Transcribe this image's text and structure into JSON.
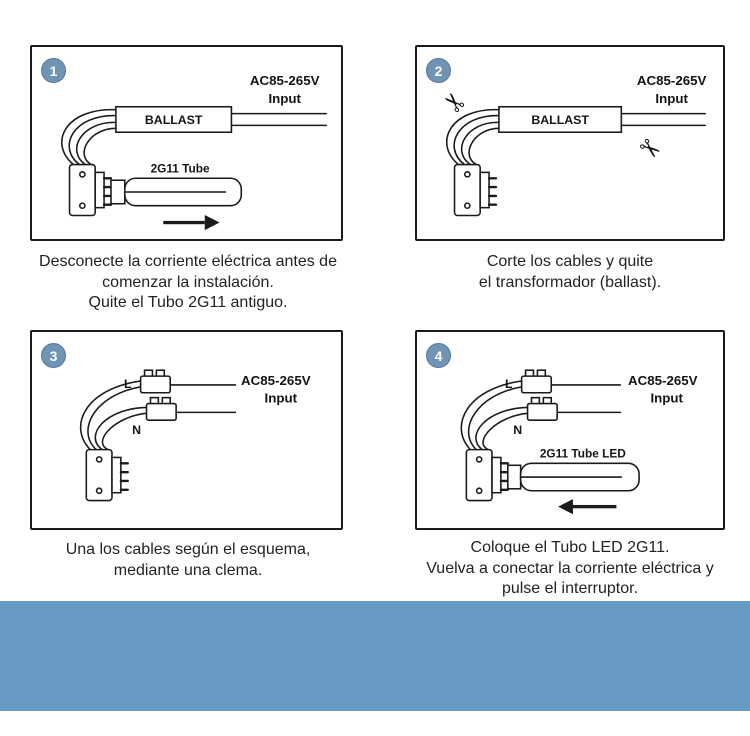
{
  "colors": {
    "accent": "#7095b4",
    "band": "#6899c2"
  },
  "icons": {
    "scissors": "✂"
  },
  "panels": [
    {
      "badge": "1",
      "ac_label": "AC85-265V",
      "input_label": "Input",
      "ballast_label": "BALLAST",
      "tube_label": "2G11 Tube",
      "caption_lines": [
        "Desconecte la corriente eléctrica antes de",
        "comenzar la instalación.",
        "Quite el Tubo 2G11 antiguo."
      ]
    },
    {
      "badge": "2",
      "ac_label": "AC85-265V",
      "input_label": "Input",
      "ballast_label": "BALLAST",
      "caption_lines": [
        "Corte los cables y quite",
        "el transformador (ballast)."
      ]
    },
    {
      "badge": "3",
      "ac_label": "AC85-265V",
      "input_label": "Input",
      "line_label": "L",
      "neutral_label": "N",
      "caption_lines": [
        "Una los cables según el esquema,",
        "mediante una clema."
      ]
    },
    {
      "badge": "4",
      "ac_label": "AC85-265V",
      "input_label": "Input",
      "line_label": "L",
      "neutral_label": "N",
      "tube_label": "2G11 Tube LED",
      "caption_lines": [
        "Coloque el Tubo LED 2G11.",
        "Vuelva a conectar la corriente eléctrica y",
        "pulse el interruptor."
      ]
    }
  ]
}
